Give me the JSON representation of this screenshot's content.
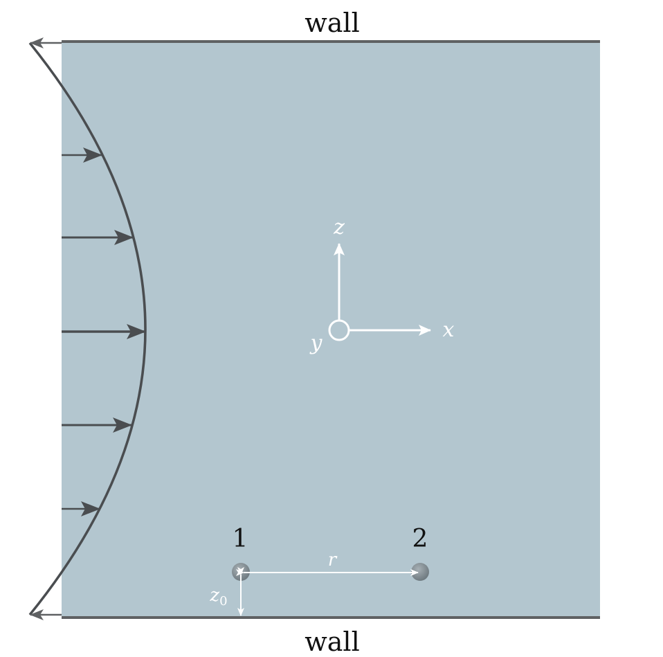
{
  "diagram": {
    "wall_top_label": "wall",
    "wall_bottom_label": "wall",
    "axes": {
      "x_label": "x",
      "y_label": "y",
      "z_label": "z"
    },
    "particles": [
      {
        "label": "1"
      },
      {
        "label": "2"
      }
    ],
    "separation_label": "r",
    "height_label_base": "z",
    "height_label_sub": "0"
  },
  "colors": {
    "channel_fill": "#b3c6cf",
    "wall": "#5f6163",
    "profile": "#4a4d50",
    "annotation": "#ffffff",
    "particle": "#7f8a90",
    "label": "#111111"
  }
}
